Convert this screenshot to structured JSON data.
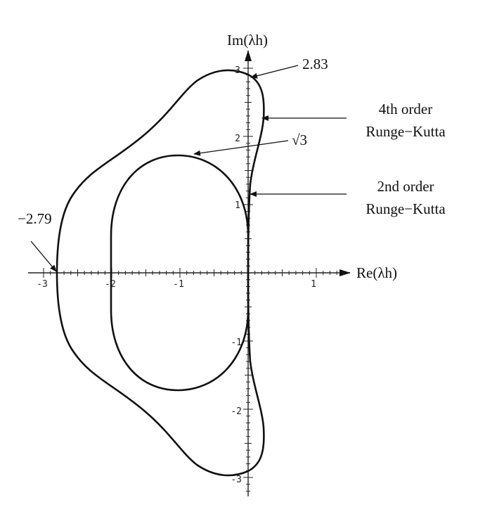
{
  "axes": {
    "x_label": "Re(λh)",
    "y_label": "Im(λh)",
    "x_ticks": [
      "-3",
      "-2",
      "-1",
      "1"
    ],
    "y_ticks_pos": [
      "1",
      "2",
      "3"
    ],
    "y_ticks_neg": [
      "-1",
      "-2",
      "-3"
    ]
  },
  "annotations": {
    "rk4_imag": "2.83",
    "rk4_real": "−2.79",
    "rk2_imag": "√3",
    "rk4_label_line1": "4th order",
    "rk4_label_line2": "Runge−Kutta",
    "rk2_label_line1": "2nd order",
    "rk2_label_line2": "Runge−Kutta"
  },
  "colors": {
    "curve": "#111111",
    "axis": "#222222"
  }
}
